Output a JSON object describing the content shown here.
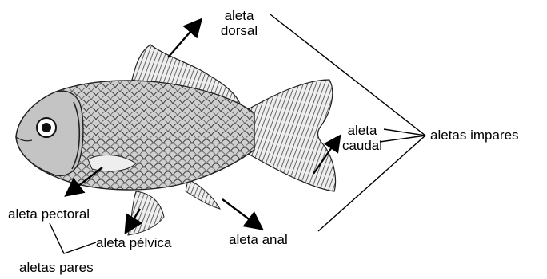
{
  "labels": {
    "dorsal_line1": "aleta",
    "dorsal_line2": "dorsal",
    "caudal_line1": "aleta",
    "caudal_line2": "caudal",
    "impares": "aletas impares",
    "pectoral": "aleta pectoral",
    "pelvica": "aleta pélvica",
    "anal": "aleta anal",
    "pares": "aletas pares"
  },
  "colors": {
    "ink": "#000000",
    "body_fill": "#c9c9c9",
    "fin_fill": "#e6e6e6",
    "background": "#ffffff"
  },
  "subject": "fish-illustration"
}
